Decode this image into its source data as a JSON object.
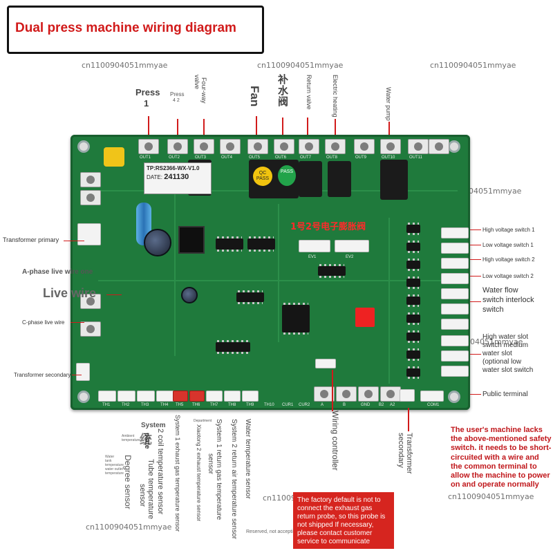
{
  "title": "Dual press machine wiring diagram",
  "watermark": "cn1100904051mmyae",
  "top_labels": {
    "press1": "Press",
    "press1_num": "1",
    "press2": "Press",
    "press2_num": "4 2",
    "four_way": "Four-way",
    "valve": "valve",
    "fan": "Fan",
    "makeup_valve_cn": "补水阀",
    "return_valve": "Return valve",
    "electric_heating": "Electric heating",
    "water_pump": "Water pump"
  },
  "board": {
    "model": "TP:RS2366-WX-V1.0",
    "date_label": "DATE:",
    "date": "241130",
    "qc": "QC",
    "pass": "PASS",
    "expansion_valve_cn": "1号2号电子膨胀阀",
    "out_labels": [
      "OUT1",
      "OUT2",
      "OUT3",
      "OUT4",
      "OUT5",
      "OUT6",
      "OUT7",
      "OUT8",
      "OUT9",
      "OUT10",
      "OUT11"
    ],
    "th_labels": [
      "TH1",
      "TH2",
      "TH3",
      "TH4",
      "TH5",
      "TH6",
      "TH7",
      "TH8",
      "TH9",
      "TH10"
    ],
    "bottom_labels": [
      "CUR1",
      "CUR2",
      "A",
      "B",
      "GND",
      "B2",
      "A2"
    ],
    "com_label": "COM1",
    "ev_labels": [
      "EV1",
      "EV2"
    ]
  },
  "left_labels": {
    "transformer_primary": "Transformer primary",
    "a_phase": "A-phase live wire one",
    "live_wire": "Live wire",
    "c_phase": "C-phase live wire",
    "transformer_secondary": "Transformer secondary"
  },
  "right_labels": {
    "hv1": "High voltage switch 1",
    "lv1": "Low voltage switch 1",
    "hv2": "High voltage switch 2",
    "lv2": "Low voltage switch 2",
    "water_flow_1": "Water flow",
    "water_flow_2": "switch interlock",
    "water_flow_3": "switch",
    "water_slot_1": "High water slot",
    "water_slot_2": "switch medium",
    "water_slot_3": "water slot",
    "water_slot_4": "(optional low",
    "water_slot_5": "water slot switch",
    "public_terminal": "Public terminal"
  },
  "bottom_labels": {
    "system": "System",
    "system_cn": "统",
    "plate": "plate",
    "coil_sensor": "2 coil temperature sensor",
    "tube_sensor_1": "Tube temperature",
    "tube_sensor_2": "sensor",
    "degree_sensor": "Degree sensor",
    "ambient": "Ambient",
    "ambient_2": "temperature",
    "water_outlet_1": "Water",
    "water_outlet_2": "tank",
    "water_outlet_3": "temperature",
    "water_outlet_4": "water outlet",
    "water_outlet_5": "temperature",
    "sys1_exhaust": "System 1 exhaust gas temperature sensor",
    "department": "Department",
    "xiaotong_exhaust": "Xiaotong 2 exhaust temperature sensor",
    "sys1_return": "System 1 return gas temperature",
    "sys1_return_2": "sensor",
    "sys2_return": "System 2 return air temperature sensor",
    "water_temp_sensor": "Water temperature sensor",
    "reserved": "Reserved, not accepting",
    "wiring_controller": "Wiring controller",
    "transformer_secondary": "Transformer",
    "transformer_secondary_2": "secondary"
  },
  "note_red": "The user's machine lacks the above-mentioned safety switch. it needs to be short-circuited with a wire and the common terminal to allow the machine to power on and operate normally",
  "note_box": "The factory default is not to connect the exhaust gas return probe, so this probe is not shipped If necessary, please contact customer service to communicate"
}
